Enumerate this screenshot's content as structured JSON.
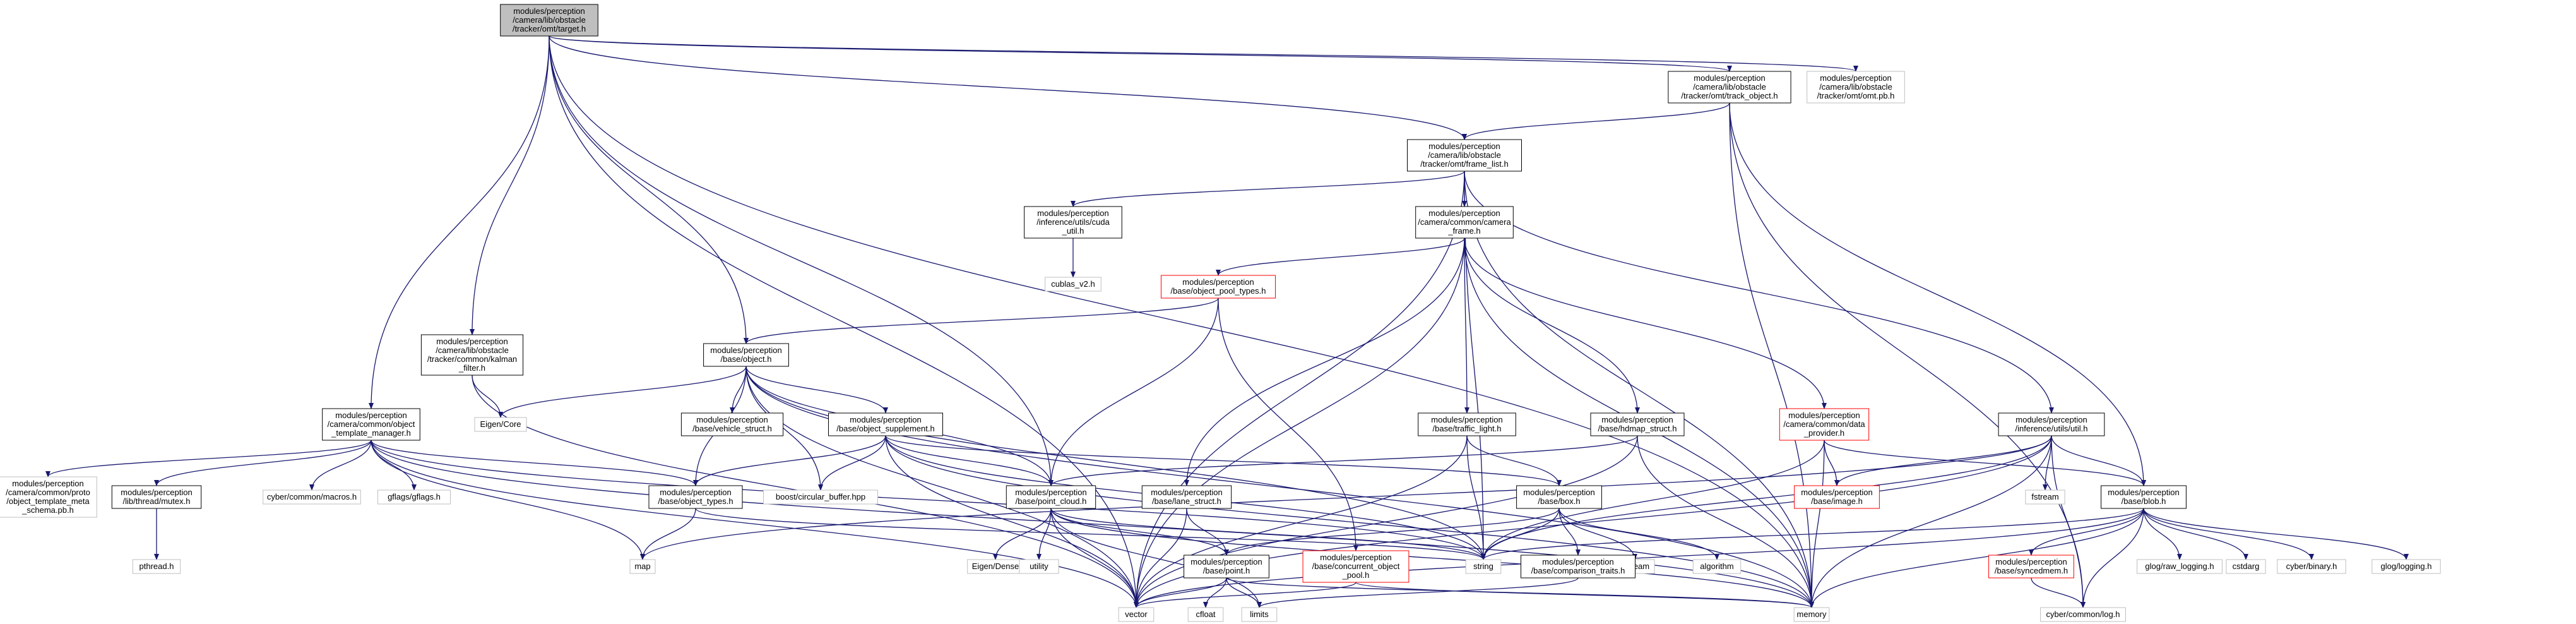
{
  "diagram": {
    "nodes": [
      {
        "id": "target",
        "lines": [
          "modules/perception",
          "/camera/lib/obstacle",
          "/tracker/omt/target.h"
        ],
        "style": "root"
      },
      {
        "id": "track_object",
        "lines": [
          "modules/perception",
          "/camera/lib/obstacle",
          "/tracker/omt/track_object.h"
        ],
        "style": "normal"
      },
      {
        "id": "omt_pb",
        "lines": [
          "modules/perception",
          "/camera/lib/obstacle",
          "/tracker/omt/omt.pb.h"
        ],
        "style": "gray"
      },
      {
        "id": "frame_list",
        "lines": [
          "modules/perception",
          "/camera/lib/obstacle",
          "/tracker/omt/frame_list.h"
        ],
        "style": "normal"
      },
      {
        "id": "cuda_util",
        "lines": [
          "modules/perception",
          "/inference/utils/cuda",
          "_util.h"
        ],
        "style": "normal"
      },
      {
        "id": "camera_frame",
        "lines": [
          "modules/perception",
          "/camera/common/camera",
          "_frame.h"
        ],
        "style": "normal"
      },
      {
        "id": "cublas",
        "lines": [
          "cublas_v2.h"
        ],
        "style": "gray"
      },
      {
        "id": "object_pool_types",
        "lines": [
          "modules/perception",
          "/base/object_pool_types.h"
        ],
        "style": "red"
      },
      {
        "id": "kalman",
        "lines": [
          "modules/perception",
          "/camera/lib/obstacle",
          "/tracker/common/kalman",
          "_filter.h"
        ],
        "style": "normal"
      },
      {
        "id": "object",
        "lines": [
          "modules/perception",
          "/base/object.h"
        ],
        "style": "normal"
      },
      {
        "id": "template_manager",
        "lines": [
          "modules/perception",
          "/camera/common/object",
          "_template_manager.h"
        ],
        "style": "normal"
      },
      {
        "id": "eigen_core",
        "lines": [
          "Eigen/Core"
        ],
        "style": "gray"
      },
      {
        "id": "vehicle_struct",
        "lines": [
          "modules/perception",
          "/base/vehicle_struct.h"
        ],
        "style": "normal"
      },
      {
        "id": "object_supplement",
        "lines": [
          "modules/perception",
          "/base/object_supplement.h"
        ],
        "style": "normal"
      },
      {
        "id": "traffic_light",
        "lines": [
          "modules/perception",
          "/base/traffic_light.h"
        ],
        "style": "normal"
      },
      {
        "id": "hdmap_struct",
        "lines": [
          "modules/perception",
          "/base/hdmap_struct.h"
        ],
        "style": "normal"
      },
      {
        "id": "data_provider",
        "lines": [
          "modules/perception",
          "/camera/common/data",
          "_provider.h"
        ],
        "style": "red"
      },
      {
        "id": "infer_util",
        "lines": [
          "modules/perception",
          "/inference/utils/util.h"
        ],
        "style": "normal"
      },
      {
        "id": "proto_meta",
        "lines": [
          "modules/perception",
          "/camera/common/proto",
          "/object_template_meta",
          "_schema.pb.h"
        ],
        "style": "gray"
      },
      {
        "id": "mutex",
        "lines": [
          "modules/perception",
          "/lib/thread/mutex.h"
        ],
        "style": "normal"
      },
      {
        "id": "cyber_macros",
        "lines": [
          "cyber/common/macros.h"
        ],
        "style": "gray"
      },
      {
        "id": "gflags",
        "lines": [
          "gflags/gflags.h"
        ],
        "style": "gray"
      },
      {
        "id": "object_types",
        "lines": [
          "modules/perception",
          "/base/object_types.h"
        ],
        "style": "normal"
      },
      {
        "id": "circular_buffer",
        "lines": [
          "boost/circular_buffer.hpp"
        ],
        "style": "gray"
      },
      {
        "id": "point_cloud",
        "lines": [
          "modules/perception",
          "/base/point_cloud.h"
        ],
        "style": "normal"
      },
      {
        "id": "lane_struct",
        "lines": [
          "modules/perception",
          "/base/lane_struct.h"
        ],
        "style": "normal"
      },
      {
        "id": "box",
        "lines": [
          "modules/perception",
          "/base/box.h"
        ],
        "style": "normal"
      },
      {
        "id": "image",
        "lines": [
          "modules/perception",
          "/base/image.h"
        ],
        "style": "red"
      },
      {
        "id": "istream",
        "lines": [
          "fstream"
        ],
        "style": "gray"
      },
      {
        "id": "blob",
        "lines": [
          "modules/perception",
          "/base/blob.h"
        ],
        "style": "normal"
      },
      {
        "id": "pthread",
        "lines": [
          "pthread.h"
        ],
        "style": "gray"
      },
      {
        "id": "map",
        "lines": [
          "map"
        ],
        "style": "gray"
      },
      {
        "id": "eigen_dense",
        "lines": [
          "Eigen/Dense"
        ],
        "style": "gray"
      },
      {
        "id": "utility",
        "lines": [
          "utility"
        ],
        "style": "gray"
      },
      {
        "id": "point",
        "lines": [
          "modules/perception",
          "/base/point.h"
        ],
        "style": "normal"
      },
      {
        "id": "concurrent_pool",
        "lines": [
          "modules/perception",
          "/base/concurrent_object",
          "_pool.h"
        ],
        "style": "red"
      },
      {
        "id": "string",
        "lines": [
          "string"
        ],
        "style": "gray"
      },
      {
        "id": "sstream",
        "lines": [
          "sstream"
        ],
        "style": "gray"
      },
      {
        "id": "algorithm",
        "lines": [
          "algorithm"
        ],
        "style": "gray"
      },
      {
        "id": "comparison_traits",
        "lines": [
          "modules/perception",
          "/base/comparison_traits.h"
        ],
        "style": "normal"
      },
      {
        "id": "syncedmem",
        "lines": [
          "modules/perception",
          "/base/syncedmem.h"
        ],
        "style": "red"
      },
      {
        "id": "glog_raw",
        "lines": [
          "glog/raw_logging.h"
        ],
        "style": "gray"
      },
      {
        "id": "cstdarg",
        "lines": [
          "cstdarg"
        ],
        "style": "gray"
      },
      {
        "id": "cyber_binary",
        "lines": [
          "cyber/binary.h"
        ],
        "style": "gray"
      },
      {
        "id": "glog_logging",
        "lines": [
          "glog/logging.h"
        ],
        "style": "gray"
      },
      {
        "id": "vector",
        "lines": [
          "vector"
        ],
        "style": "gray"
      },
      {
        "id": "cfloat",
        "lines": [
          "cfloat"
        ],
        "style": "gray"
      },
      {
        "id": "limits",
        "lines": [
          "limits"
        ],
        "style": "gray"
      },
      {
        "id": "memory",
        "lines": [
          "memory"
        ],
        "style": "gray"
      },
      {
        "id": "cyber_log",
        "lines": [
          "cyber/common/log.h"
        ],
        "style": "gray"
      }
    ],
    "edges": [
      [
        "target",
        "track_object"
      ],
      [
        "target",
        "omt_pb"
      ],
      [
        "target",
        "frame_list"
      ],
      [
        "target",
        "kalman"
      ],
      [
        "target",
        "object"
      ],
      [
        "target",
        "template_manager"
      ],
      [
        "target",
        "vector"
      ],
      [
        "target",
        "point_cloud"
      ],
      [
        "target",
        "memory"
      ],
      [
        "track_object",
        "frame_list"
      ],
      [
        "track_object",
        "blob"
      ],
      [
        "track_object",
        "memory"
      ],
      [
        "track_object",
        "cyber_log"
      ],
      [
        "frame_list",
        "cuda_util"
      ],
      [
        "frame_list",
        "camera_frame"
      ],
      [
        "frame_list",
        "infer_util"
      ],
      [
        "frame_list",
        "vector"
      ],
      [
        "frame_list",
        "string"
      ],
      [
        "frame_list",
        "memory"
      ],
      [
        "cuda_util",
        "cublas"
      ],
      [
        "camera_frame",
        "object_pool_types"
      ],
      [
        "camera_frame",
        "traffic_light"
      ],
      [
        "camera_frame",
        "hdmap_struct"
      ],
      [
        "camera_frame",
        "data_provider"
      ],
      [
        "camera_frame",
        "lane_struct"
      ],
      [
        "camera_frame",
        "vector"
      ],
      [
        "camera_frame",
        "memory"
      ],
      [
        "object_pool_types",
        "object"
      ],
      [
        "object_pool_types",
        "point_cloud"
      ],
      [
        "object_pool_types",
        "concurrent_pool"
      ],
      [
        "kalman",
        "eigen_core"
      ],
      [
        "kalman",
        "vector"
      ],
      [
        "object",
        "eigen_core"
      ],
      [
        "object",
        "vehicle_struct"
      ],
      [
        "object",
        "object_supplement"
      ],
      [
        "object",
        "object_types"
      ],
      [
        "object",
        "circular_buffer"
      ],
      [
        "object",
        "point_cloud"
      ],
      [
        "object",
        "vector"
      ],
      [
        "object",
        "string"
      ],
      [
        "object",
        "memory"
      ],
      [
        "template_manager",
        "proto_meta"
      ],
      [
        "template_manager",
        "mutex"
      ],
      [
        "template_manager",
        "cyber_macros"
      ],
      [
        "template_manager",
        "gflags"
      ],
      [
        "template_manager",
        "object_types"
      ],
      [
        "template_manager",
        "map"
      ],
      [
        "template_manager",
        "string"
      ],
      [
        "template_manager",
        "vector"
      ],
      [
        "template_manager",
        "memory"
      ],
      [
        "object_supplement",
        "object_types"
      ],
      [
        "object_supplement",
        "circular_buffer"
      ],
      [
        "object_supplement",
        "point_cloud"
      ],
      [
        "object_supplement",
        "box"
      ],
      [
        "object_supplement",
        "string"
      ],
      [
        "object_supplement",
        "vector"
      ],
      [
        "object_supplement",
        "memory"
      ],
      [
        "traffic_light",
        "box"
      ],
      [
        "traffic_light",
        "string"
      ],
      [
        "traffic_light",
        "vector"
      ],
      [
        "hdmap_struct",
        "point_cloud"
      ],
      [
        "hdmap_struct",
        "vector"
      ],
      [
        "hdmap_struct",
        "memory"
      ],
      [
        "data_provider",
        "image"
      ],
      [
        "data_provider",
        "blob"
      ],
      [
        "data_provider",
        "memory"
      ],
      [
        "data_provider",
        "string"
      ],
      [
        "infer_util",
        "image"
      ],
      [
        "infer_util",
        "blob"
      ],
      [
        "infer_util",
        "istream"
      ],
      [
        "infer_util",
        "map"
      ],
      [
        "infer_util",
        "string"
      ],
      [
        "infer_util",
        "vector"
      ],
      [
        "infer_util",
        "memory"
      ],
      [
        "infer_util",
        "cyber_log"
      ],
      [
        "mutex",
        "pthread"
      ],
      [
        "object_types",
        "map"
      ],
      [
        "object_types",
        "string"
      ],
      [
        "point_cloud",
        "eigen_dense"
      ],
      [
        "point_cloud",
        "utility"
      ],
      [
        "point_cloud",
        "point"
      ],
      [
        "point_cloud",
        "string"
      ],
      [
        "point_cloud",
        "vector"
      ],
      [
        "point_cloud",
        "memory"
      ],
      [
        "point_cloud",
        "limits"
      ],
      [
        "lane_struct",
        "point"
      ],
      [
        "lane_struct",
        "vector"
      ],
      [
        "box",
        "comparison_traits"
      ],
      [
        "box",
        "sstream"
      ],
      [
        "box",
        "algorithm"
      ],
      [
        "box",
        "string"
      ],
      [
        "box",
        "point"
      ],
      [
        "blob",
        "syncedmem"
      ],
      [
        "blob",
        "glog_raw"
      ],
      [
        "blob",
        "cstdarg"
      ],
      [
        "blob",
        "cyber_binary"
      ],
      [
        "blob",
        "glog_logging"
      ],
      [
        "blob",
        "vector"
      ],
      [
        "blob",
        "memory"
      ],
      [
        "blob",
        "cyber_log"
      ],
      [
        "blob",
        "string"
      ],
      [
        "point",
        "vector"
      ],
      [
        "point",
        "cfloat"
      ],
      [
        "point",
        "limits"
      ],
      [
        "point",
        "memory"
      ],
      [
        "concurrent_pool",
        "memory"
      ],
      [
        "concurrent_pool",
        "vector"
      ],
      [
        "syncedmem",
        "cyber_log"
      ],
      [
        "comparison_traits",
        "limits"
      ]
    ]
  },
  "colors": {
    "edge": "#191970",
    "root_fill": "#bfbfbf",
    "normal_border": "#000000",
    "gray_border": "#bfbfbf",
    "red_border": "#ff0000",
    "red_text": "#000000"
  }
}
